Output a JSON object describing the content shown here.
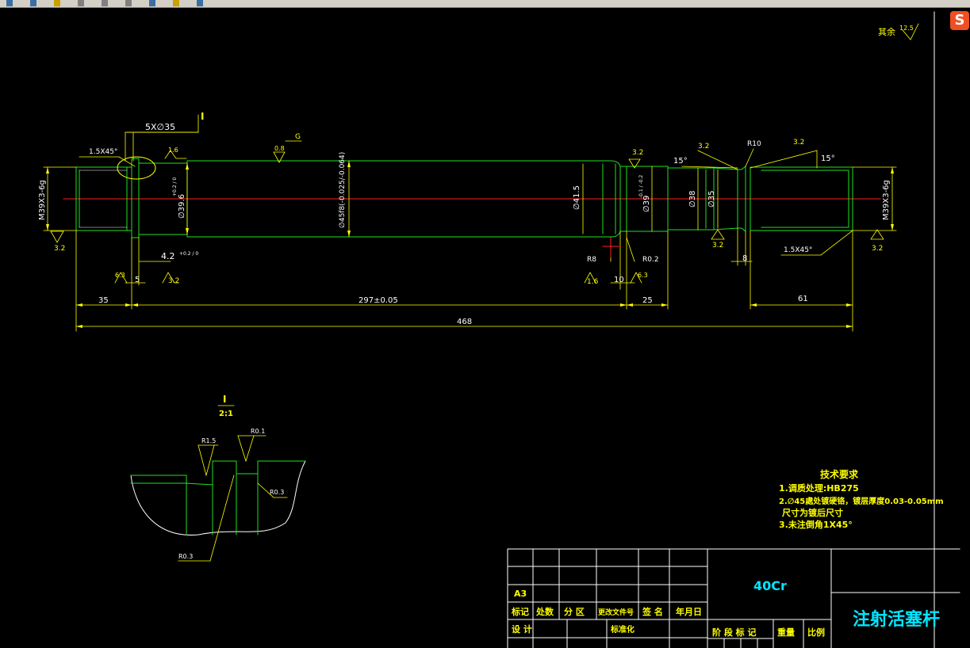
{
  "toolbar": {
    "buttons": [
      "undo-icon",
      "redo-icon",
      "pan-icon",
      "zoom-window-icon",
      "zoom-prev-icon",
      "properties-icon",
      "design-center-icon",
      "tool-palette-icon",
      "help-icon"
    ]
  },
  "ime_logo": "S",
  "drawing": {
    "finish_note": {
      "label": "其余",
      "value": "12.5"
    },
    "section_marker": "I",
    "callout_holes": "5X∅35",
    "chamfer_left": "1.5X45°",
    "chamfer_right": "1.5X45°",
    "roughness_values": {
      "r16_top": "1.6",
      "r08": "0.8",
      "r08_tag": "G",
      "r32_top": "3.2",
      "r32_top2": "3.2",
      "r32_top3": "3.2",
      "r32_left": "3.2",
      "r32_mid": "3.2",
      "r32_right": "3.2",
      "r32_right2": "3.2",
      "r63_left": "6.3",
      "r63_right": "6.3",
      "r16_bottom": "1.6"
    },
    "angle_left": "15°",
    "angle_right": "15°",
    "radius_R10": "R10",
    "radius_R8": "R8",
    "radius_R02": "R0.2",
    "dia_labels": {
      "thread_left": "M39X3-6g",
      "thread_right": "M39X3-6g",
      "d396": "∅39.6",
      "d396_tol": "+0.2 / 0",
      "d45": "∅45f8(-0.025/-0.064)",
      "d415": "∅41.5",
      "d39": "∅39",
      "d39_tol": "-0.1 / -0.2",
      "d38": "∅38",
      "d35": "∅35"
    },
    "groove_label": "4.2",
    "groove_tol": "+0.2 / 0",
    "dims": {
      "d5": "5",
      "d35": "35",
      "d297": "297±0.05",
      "d25": "25",
      "d10": "10",
      "d8": "8",
      "d61": "61",
      "d468": "468"
    },
    "detail": {
      "title": "I",
      "scale": "2:1",
      "r15": "R1.5",
      "r01": "R0.1",
      "r03a": "R0.3",
      "r03b": "R0.3"
    },
    "tech_req": {
      "title": "技术要求",
      "lines": [
        "1.调质处理:HB275",
        "2.∅45處处镀硬铬，镀层厚度0.03-0.05mm",
        "  尺寸为镀后尺寸",
        "3.未注倒角1X45°"
      ]
    }
  },
  "title_block": {
    "sheet_size": "A3",
    "material": "40Cr",
    "part_name": "注射活塞杆",
    "headers": [
      "标记",
      "处数",
      "分 区",
      "更改文件号",
      "签 名",
      "年月日"
    ],
    "row_design": [
      "设 计",
      "",
      "标准化"
    ],
    "stage_labels": [
      "阶 段 标 记",
      "重量",
      "比例"
    ]
  }
}
